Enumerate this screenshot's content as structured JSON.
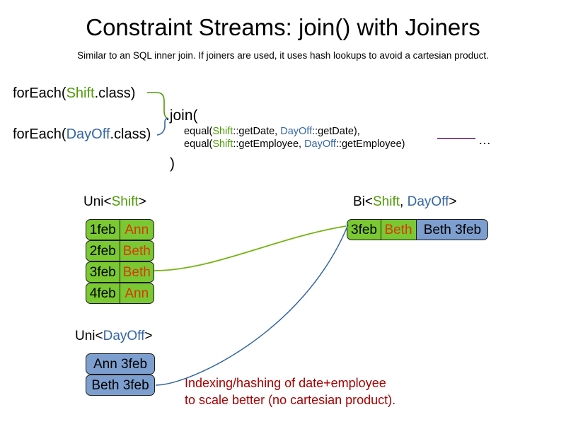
{
  "header": {
    "title": "Constraint Streams: join() with Joiners",
    "subtitle": "Similar to an SQL inner join. If joiners are used, it uses hash lookups to avoid a cartesian product."
  },
  "code": {
    "foreach_shift": {
      "prefix": "forEach(",
      "type": "Shift",
      "suffix": ".class)"
    },
    "foreach_dayoff": {
      "prefix": "forEach(",
      "type": "DayOff",
      "suffix": ".class)"
    },
    "join_open": ".join(",
    "join_close": ")",
    "joiners": [
      {
        "fn_open": "equal(",
        "left_type": "Shift",
        "left_ref": "::getDate, ",
        "right_type": "DayOff",
        "right_ref": "::getDate),"
      },
      {
        "fn_open": "equal(",
        "left_type": "Shift",
        "left_ref": "::getEmployee, ",
        "right_type": "DayOff",
        "right_ref": "::getEmployee)"
      }
    ],
    "etc": "…"
  },
  "streams": {
    "uni_shift": {
      "label_prefix": "Uni<",
      "label_type": "Shift",
      "label_suffix": ">",
      "rows": [
        {
          "date": "1feb",
          "employee": "Ann"
        },
        {
          "date": "2feb",
          "employee": "Beth"
        },
        {
          "date": "3feb",
          "employee": "Beth"
        },
        {
          "date": "4feb",
          "employee": "Ann"
        }
      ]
    },
    "uni_dayoff": {
      "label_prefix": "Uni<",
      "label_type": "DayOff",
      "label_suffix": ">",
      "rows": [
        {
          "text": "Ann 3feb"
        },
        {
          "text": "Beth 3feb"
        }
      ]
    },
    "bi": {
      "label_prefix": "Bi<",
      "label_type_a": "Shift",
      "label_sep": ", ",
      "label_type_b": "DayOff",
      "label_suffix": ">",
      "row": {
        "shift_date": "3feb",
        "shift_employee": "Beth",
        "dayoff_text": "Beth 3feb"
      }
    }
  },
  "annotation": {
    "line1": "Indexing/hashing of date+employee",
    "line2": "to scale better (no cartesian product)."
  },
  "colors": {
    "shift_green": "#4e9a06",
    "dayoff_blue": "#3465a4",
    "box_green_fill": "#7ac832",
    "box_blue_fill": "#7d9fcf",
    "employee_orange": "#d83a0a",
    "annotation_red": "#a40000",
    "etc_line_purple": "#77507b"
  }
}
